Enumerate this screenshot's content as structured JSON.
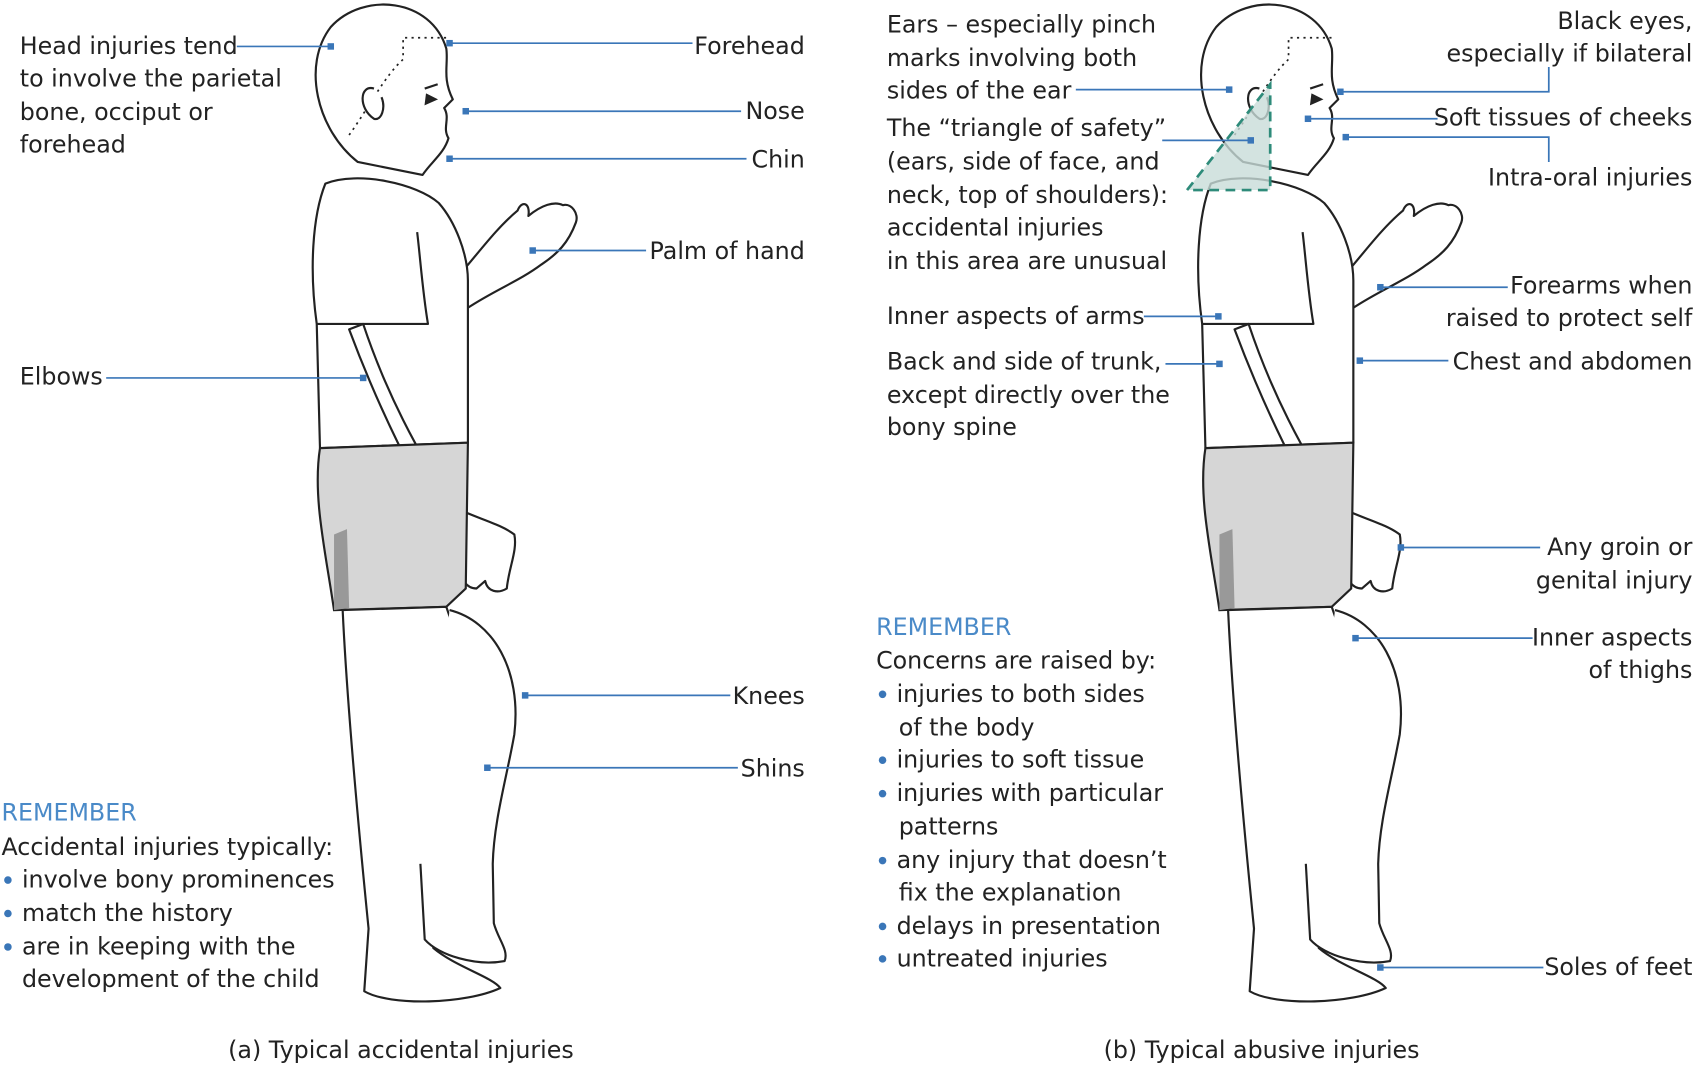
{
  "left": {
    "caption": "(a) Typical accidental injuries",
    "labels": {
      "head": [
        "Head injuries tend",
        "to involve the parietal",
        "bone, occiput or",
        "forehead"
      ],
      "forehead": "Forehead",
      "nose": "Nose",
      "chin": "Chin",
      "palm": "Palm of hand",
      "elbows": "Elbows",
      "knees": "Knees",
      "shins": "Shins"
    },
    "remember": {
      "heading": "REMEMBER",
      "intro": "Accidental injuries typically:",
      "bullets": [
        "involve bony prominences",
        "match the history",
        "are in keeping with the",
        "development of the child"
      ]
    }
  },
  "right": {
    "caption": "(b) Typical abusive injuries",
    "labels": {
      "ears": [
        "Ears – especially pinch",
        "marks involving both",
        "sides of the ear"
      ],
      "triangle": [
        "The “triangle of safety”",
        "(ears, side of face, and",
        "neck, top of shoulders):",
        "accidental injuries",
        "in this area are unusual"
      ],
      "inner_arms": "Inner aspects of arms",
      "trunk": [
        "Back and side of trunk,",
        "except directly over the",
        "bony spine"
      ],
      "black_eyes": [
        "Black eyes,",
        "especially if bilateral"
      ],
      "cheeks": "Soft tissues of cheeks",
      "intra_oral": "Intra-oral injuries",
      "forearms": [
        "Forearms when",
        "raised to protect self"
      ],
      "chest": "Chest and abdomen",
      "groin": [
        "Any groin or",
        "genital injury"
      ],
      "thighs": [
        "Inner aspects",
        "of thighs"
      ],
      "soles": "Soles of feet"
    },
    "remember": {
      "heading": "REMEMBER",
      "intro": "Concerns are raised by:",
      "bullets": [
        "injuries to both sides",
        "of the body",
        "injuries to soft tissue",
        "injuries with particular",
        "patterns",
        "any injury that doesn’t",
        "fix the explanation",
        "delays in presentation",
        "untreated injuries"
      ]
    }
  },
  "colors": {
    "accent": "#3a76b8",
    "triangle_fill": "#c8dcd8",
    "triangle_stroke": "#2e8b7a",
    "shorts": "#d6d6d6"
  }
}
